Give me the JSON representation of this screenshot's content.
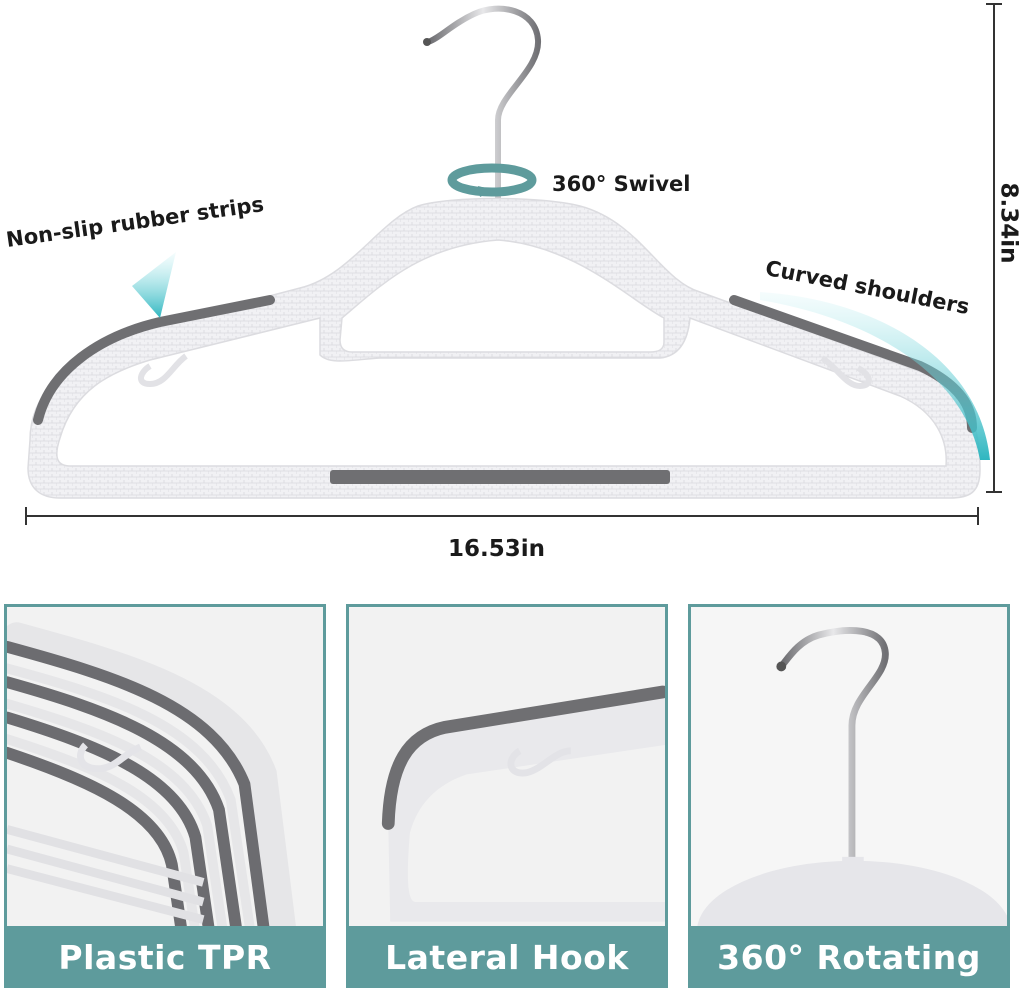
{
  "callouts": {
    "swivel": "360° Swivel",
    "non_slip": "Non-slip rubber strips",
    "curved": "Curved shoulders",
    "height": "8.34in",
    "width": "16.53in"
  },
  "panels": [
    {
      "label": "Plastic TPR"
    },
    {
      "label": "Lateral Hook"
    },
    {
      "label": "360° Rotating"
    }
  ],
  "colors": {
    "teal": "#5e9b9c",
    "rubber": "#6f6f72",
    "hanger_white": "#f2f2f4",
    "hook_steel": "#8a8a8e"
  }
}
